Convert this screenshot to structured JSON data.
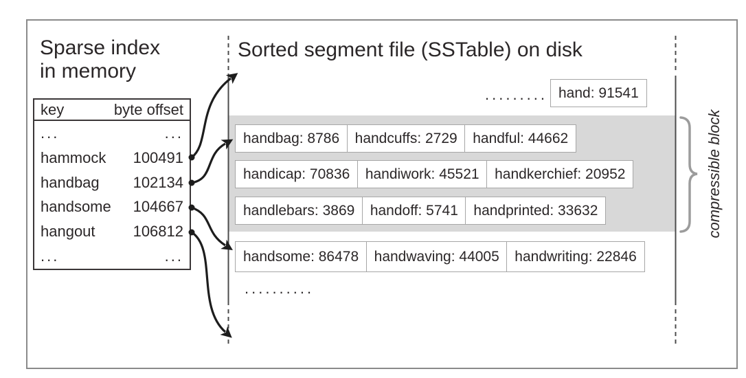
{
  "left_panel": {
    "title_line1": "Sparse index",
    "title_line2": "in memory",
    "index_table": {
      "header": {
        "key": "key",
        "offset": "byte offset"
      },
      "rows": [
        {
          "key": "...",
          "offset": "..."
        },
        {
          "key": "hammock",
          "offset": "100491"
        },
        {
          "key": "handbag",
          "offset": "102134"
        },
        {
          "key": "handsome",
          "offset": "104667"
        },
        {
          "key": "hangout",
          "offset": "106812"
        },
        {
          "key": "...",
          "offset": "..."
        }
      ]
    }
  },
  "right_panel": {
    "title": "Sorted segment file (SSTable) on disk",
    "top_ellipsis": ".........",
    "top_box": "hand: 91541",
    "segment_rows": [
      [
        "handbag: 8786",
        "handcuffs: 2729",
        "handful: 44662"
      ],
      [
        "handicap: 70836",
        "handiwork: 45521",
        "handkerchief: 20952"
      ],
      [
        "handlebars: 3869",
        "handoff: 5741",
        "handprinted: 33632"
      ]
    ],
    "uncompressed_row": [
      "handsome: 86478",
      "handwaving: 44005",
      "handwriting: 22846"
    ],
    "bottom_ellipsis": "..........",
    "brace_label": "compressible block"
  },
  "colors": {
    "text": "#2b2728",
    "table_border": "#3a3637",
    "box_border": "#a6a6a6",
    "compressible_block_bg": "#d8d8d8",
    "brace": "#9c9c9c",
    "outer_frame": "#8a8a8a",
    "arrow": "#1d1d1d"
  }
}
